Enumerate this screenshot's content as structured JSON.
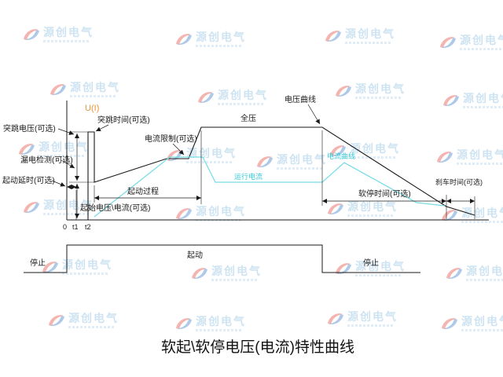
{
  "page": {
    "title": "软起\\软停电压(电流)特性曲线"
  },
  "watermark": {
    "brand": "源创电气"
  },
  "axis": {
    "y_label_u": "U",
    "y_label_i": "(I)",
    "origin": "0",
    "t1": "t1",
    "t2": "t2"
  },
  "labels": {
    "jump_voltage": "突跳电压(可选)",
    "leakage_detection": "漏电检测(可选)",
    "start_delay": "起动延时(可选)",
    "jump_time": "突跳时间(可选)",
    "current_limit": "电流限制(可选)",
    "full_voltage": "全压",
    "voltage_curve": "电压曲线",
    "current_curve": "电流曲线",
    "running_current": "运行电流",
    "start_process": "起动过程",
    "initial_voltage_current": "起始电压\\电流(可选)",
    "soft_stop_time": "软停时间(可选)",
    "brake_time": "刹车时间(可选)"
  },
  "signal": {
    "stop_left": "停止",
    "start": "起动",
    "stop_right": "停止"
  },
  "colors": {
    "line": "#1a1a1a",
    "current_curve": "#7adde6",
    "current_text": "#35c8d8",
    "axis_accent": "#e8953a",
    "watermark_text": "#9ec9e4",
    "logo_red": "#e03a2f",
    "logo_blue": "#2b6fc2"
  }
}
